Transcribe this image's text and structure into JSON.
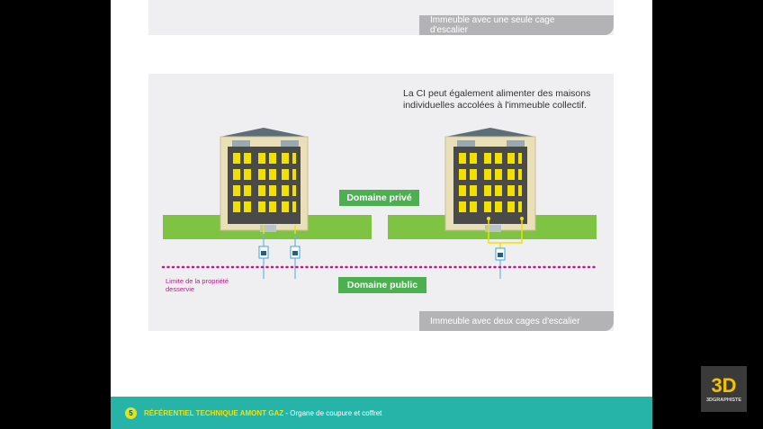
{
  "top_panel": {
    "caption": "Immeuble avec une seule cage d'escalier"
  },
  "main_panel": {
    "note": "La CI peut également alimenter des maisons individuelles accolées à l'immeuble collectif.",
    "domaine_prive": "Domaine privé",
    "domaine_public": "Domaine public",
    "limit_label_line1": "Limite de la propriété",
    "limit_label_line2": "desservie",
    "caption": "Immeuble avec deux cages d'escalier"
  },
  "footer": {
    "page_number": "5",
    "title": "RÉFÉRENTIEL TECHNIQUE AMONT GAZ",
    "subtitle": " - Organe de coupure et coffret"
  },
  "watermark": {
    "mark": "3D",
    "text": "3DGRAPHISTE"
  },
  "colors": {
    "grass": "#7fc342",
    "facade": "#e9dfb9",
    "window": "#f2e000",
    "frame": "#4a4a4a",
    "limit_dots": "#c2178b",
    "footer": "#26b4a8"
  }
}
